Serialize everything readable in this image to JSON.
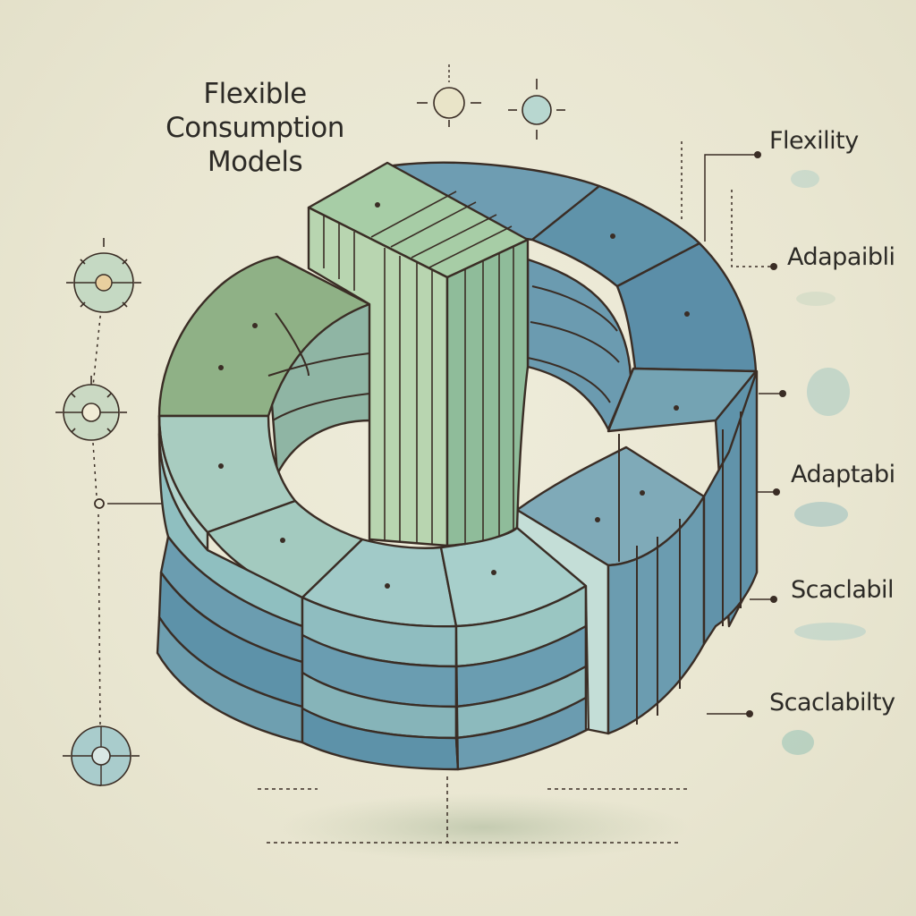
{
  "diagram": {
    "title_lines": [
      "Flexible",
      "Consumption",
      "Models"
    ],
    "labels": [
      "Flexility",
      "Adapaibli",
      "Adaptabi",
      "Scaclabil",
      "Scaclabilty"
    ]
  },
  "colors": {
    "background": "#ebe8d3",
    "outline": "#3a2d25",
    "green": "#8fb186",
    "light_green": "#b9d2b6",
    "teal": "#a4cbc4",
    "blue": "#6b9bb0",
    "dark_blue": "#5b8ea8"
  }
}
